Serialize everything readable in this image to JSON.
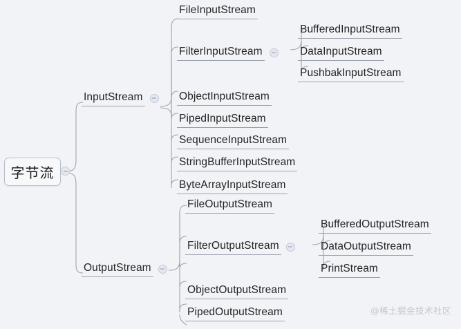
{
  "diagram": {
    "type": "mindmap",
    "title": "字节流",
    "root": {
      "label": "字节流",
      "has_toggle": true,
      "toggle_state": "expanded"
    },
    "branches": [
      {
        "label": "InputStream",
        "has_toggle": true,
        "toggle_state": "expanded",
        "children": [
          {
            "label": "FileInputStream",
            "has_toggle": false,
            "children": []
          },
          {
            "label": "FilterInputStream",
            "has_toggle": true,
            "toggle_state": "expanded",
            "children": [
              {
                "label": "BufferedInputStream"
              },
              {
                "label": "DataInputStream"
              },
              {
                "label": "PushbakInputStream"
              }
            ]
          },
          {
            "label": "ObjectInputStream",
            "has_toggle": false,
            "children": []
          },
          {
            "label": "PipedInputStream",
            "has_toggle": false,
            "children": []
          },
          {
            "label": "SequenceInputStream",
            "has_toggle": false,
            "children": []
          },
          {
            "label": "StringBufferInputStream",
            "has_toggle": false,
            "children": []
          },
          {
            "label": "ByteArrayInputStream",
            "has_toggle": false,
            "children": []
          }
        ]
      },
      {
        "label": "OutputStream",
        "has_toggle": true,
        "toggle_state": "expanded",
        "children": [
          {
            "label": "FileOutputStream",
            "has_toggle": false,
            "children": []
          },
          {
            "label": "FilterOutputStream",
            "has_toggle": true,
            "toggle_state": "expanded",
            "children": [
              {
                "label": "BufferedOutputStream"
              },
              {
                "label": "DataOutputStream"
              },
              {
                "label": "PrintStream"
              }
            ]
          },
          {
            "label": "ObjectOutputStream",
            "has_toggle": false,
            "children": []
          },
          {
            "label": "PipedOutputStream",
            "has_toggle": false,
            "children": []
          }
        ]
      }
    ]
  },
  "watermark": {
    "text": "@稀土掘金技术社区"
  },
  "colors": {
    "background": "#f2f3f7",
    "link": "#9aa3b0",
    "underline": "#9aa0ac",
    "text": "#242424",
    "root_border": "#b9bec8",
    "root_fill": "#f7f8fa",
    "toggle_fill": "#e3e7ef",
    "watermark": "#c2c6d0"
  }
}
